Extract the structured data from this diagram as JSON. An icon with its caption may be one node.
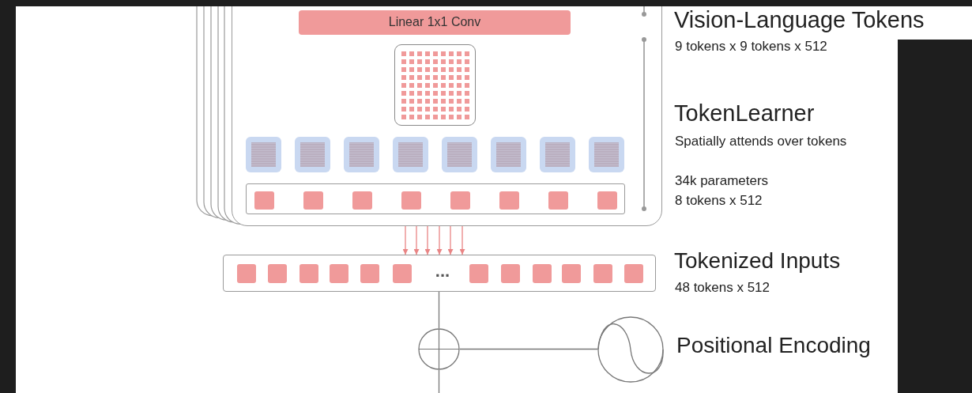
{
  "diagram": {
    "nodes": [
      {
        "text": [],
        "shape": "box"
      },
      {
        "text": [
          "Linear 1x1 Conv"
        ],
        "in": 0
      },
      {
        "text": [],
        "shape": "box",
        "in": 0
      },
      {
        "text": [],
        "shape": "box",
        "in": 0
      },
      {
        "text": [
          "..."
        ]
      },
      {
        "text": [],
        "shape": "circle"
      },
      {
        "text": [],
        "shape": "circle"
      }
    ],
    "edges": [
      {
        "from": 0,
        "to": 4,
        "arrow": "to",
        "color": "#e98585"
      },
      {
        "from": 0,
        "to": 4,
        "arrow": "to",
        "color": "#e98585"
      },
      {
        "from": 0,
        "to": 4,
        "arrow": "to",
        "color": "#e98585"
      },
      {
        "from": 0,
        "to": 4,
        "arrow": "to",
        "color": "#e98585"
      },
      {
        "from": 0,
        "to": 4,
        "arrow": "to",
        "color": "#e98585"
      },
      {
        "from": 0,
        "to": 4,
        "arrow": "to",
        "color": "#e98585"
      },
      {
        "from": 4,
        "to": 5,
        "arrow": "none",
        "color": "#777777"
      },
      {
        "from": 6,
        "to": 5,
        "arrow": "none",
        "color": "#777777"
      },
      {
        "from": 5,
        "to": null,
        "arrow": "none",
        "color": "#777777"
      }
    ],
    "labels": [
      "Vision-Language Tokens",
      "9 tokens x 9 tokens x 512",
      "TokenLearner",
      "Spatially attends over tokens",
      "34k parameters",
      "8 tokens x 512",
      "Tokenized Inputs",
      "48 tokens x 512",
      "Positional Encoding"
    ]
  }
}
